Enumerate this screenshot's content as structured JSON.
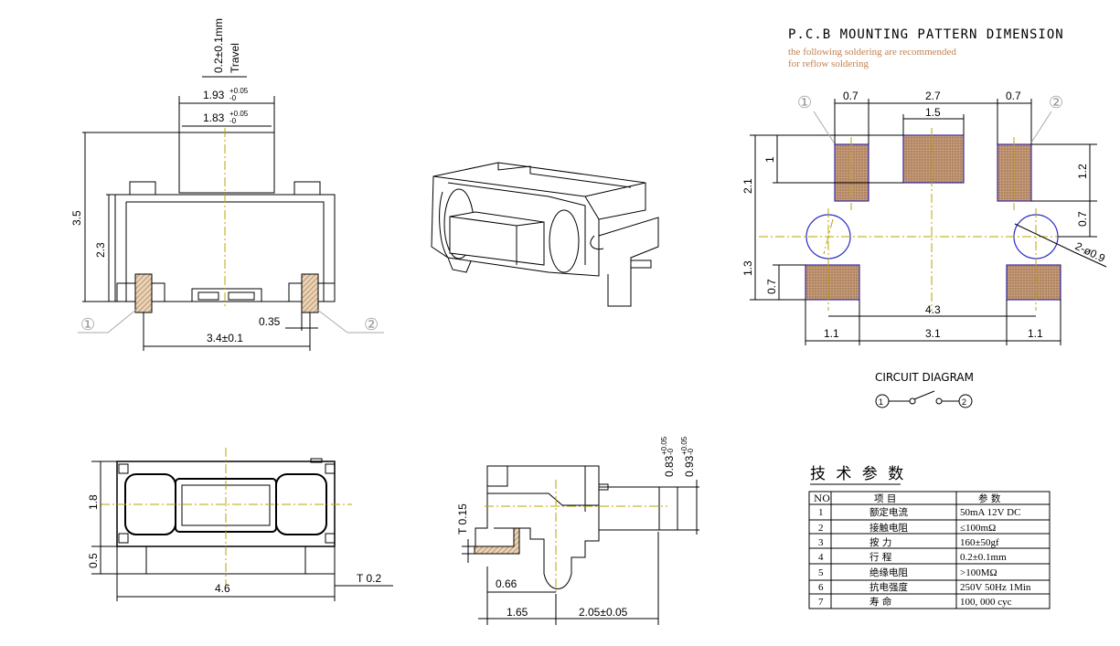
{
  "front_view": {
    "travel_value": "0.2±0.1mm",
    "travel_label": "Travel",
    "top_width": "1.93",
    "top_width_tol": "+0.05",
    "top_width_tol2": "-0",
    "inner_width": "1.83",
    "inner_width_tol": "+0.05",
    "inner_width_tol2": "-0",
    "height_total": "3.5",
    "height_body": "2.3",
    "pin_gap": "0.35",
    "pin_span": "3.4±0.1",
    "pin1": "①",
    "pin2": "②"
  },
  "pcb": {
    "title": "P.C.B MOUNTING PATTERN DIMENSION",
    "note1": "the following soldering are recommended",
    "note2": "for reflow soldering",
    "top_left": "0.7",
    "top_mid": "2.7",
    "top_right": "0.7",
    "center_pad_w": "1.5",
    "pad_h": "1",
    "height_21": "2.1",
    "height_13": "1.3",
    "height_07_l": "0.7",
    "right_12": "1.2",
    "right_07": "0.7",
    "hole": "2-ø0.9",
    "span_43": "4.3",
    "bot_left": "1.1",
    "bot_mid": "3.1",
    "bot_right": "1.1",
    "pin1": "①",
    "pin2": "②"
  },
  "circuit": {
    "title": "CIRCUIT DIAGRAM",
    "pin1": "1",
    "pin2": "2"
  },
  "bottom_view": {
    "height_18": "1.8",
    "height_05": "0.5",
    "width_46": "4.6",
    "thickness": "T 0.2"
  },
  "side_view": {
    "t015": "T 0.15",
    "d083": "0.83",
    "d083_tol": "+0.05",
    "d083_tol2": "-0",
    "d093": "0.93",
    "d093_tol": "+0.05",
    "d093_tol2": "-0",
    "d066": "0.66",
    "d165": "1.65",
    "d205": "2.05±0.05"
  },
  "spec_table": {
    "title": "技 术 参 数",
    "headers": [
      "NO",
      "项 目",
      "参 数"
    ],
    "rows": [
      [
        "1",
        "额定电流",
        "50mA 12V DC"
      ],
      [
        "2",
        "接触电阻",
        "≤100mΩ"
      ],
      [
        "3",
        "按   力",
        "160±50gf"
      ],
      [
        "4",
        "行   程",
        "0.2±0.1mm"
      ],
      [
        "5",
        "绝缘电阻",
        ">100MΩ"
      ],
      [
        "6",
        "抗电强度",
        "250V 50Hz 1Min"
      ],
      [
        "7",
        "寿   命",
        "100, 000 cyc"
      ]
    ]
  }
}
